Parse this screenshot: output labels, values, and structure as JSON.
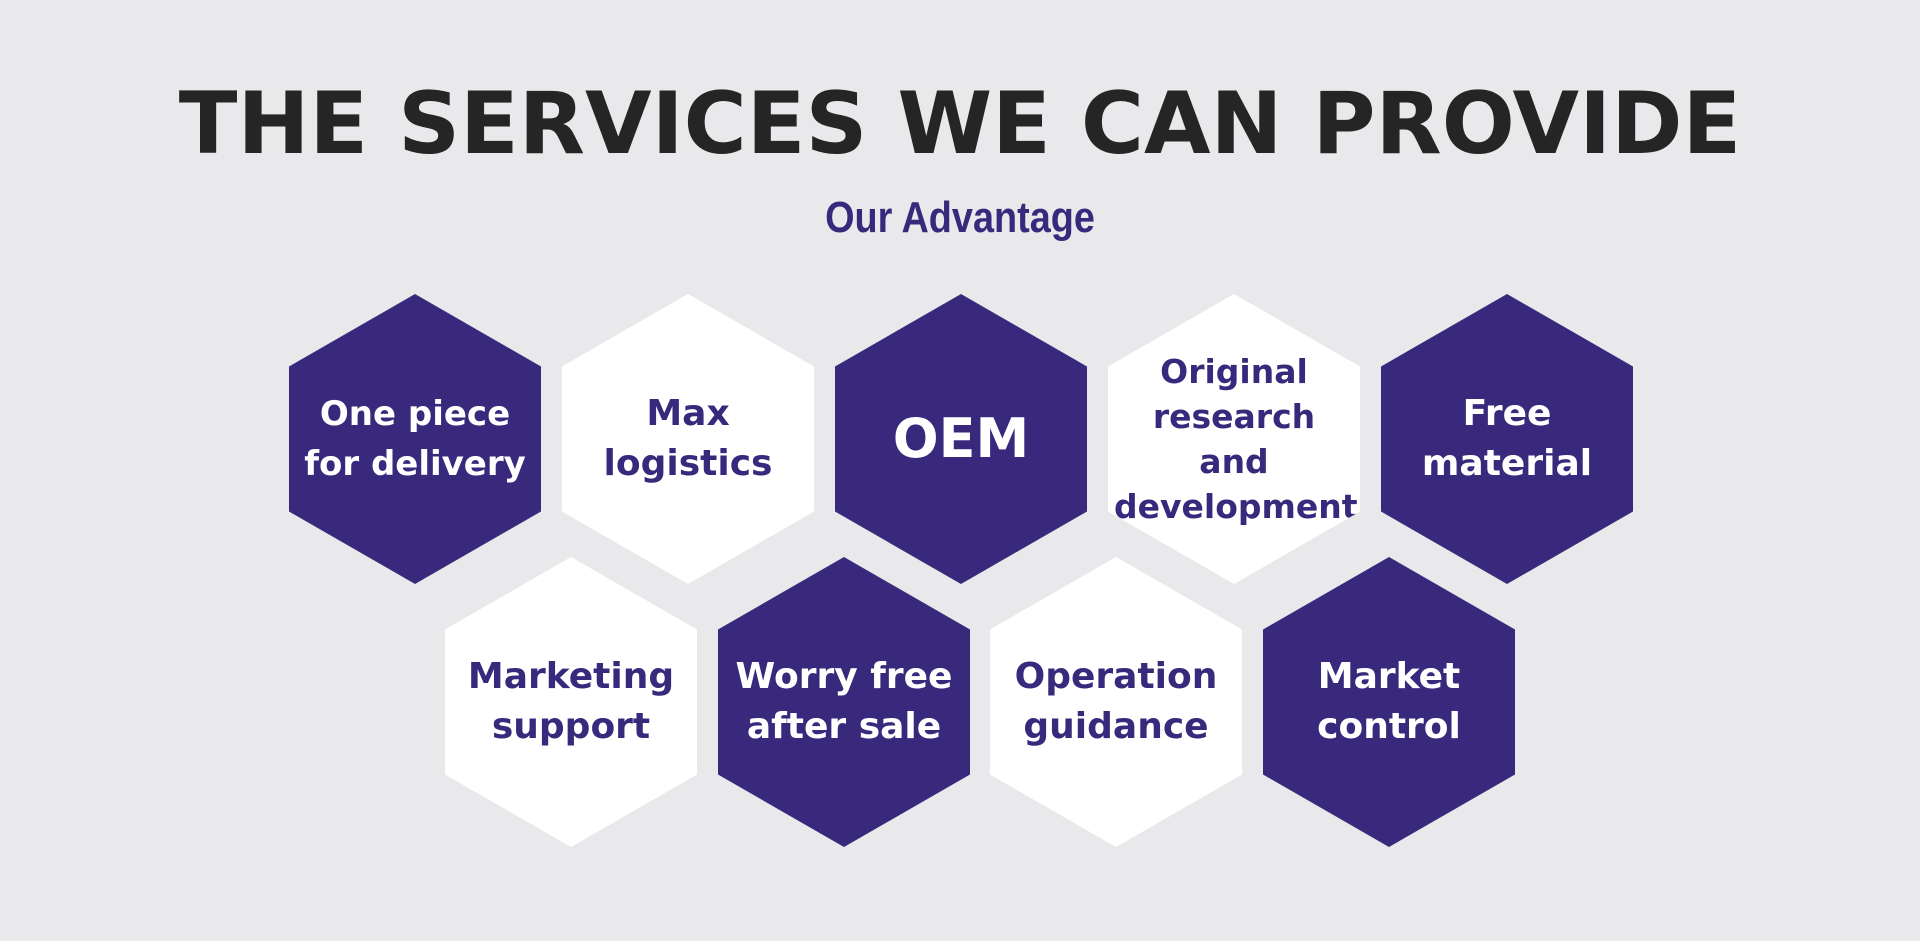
{
  "header": {
    "title": "THE SERVICES WE CAN PROVIDE",
    "subtitle": "Our Advantage"
  },
  "colors": {
    "background": "#e9e9eb",
    "accent": "#38297c",
    "title": "#252525",
    "light_hex": "#ffffff"
  },
  "services": {
    "row1": [
      {
        "label": "One piece\nfor delivery",
        "style": "filled"
      },
      {
        "label": "Max\nlogistics",
        "style": "outline-white"
      },
      {
        "label": "OEM",
        "style": "filled"
      },
      {
        "label": "Original\nresearch and\ndevelopment",
        "style": "outline-white"
      },
      {
        "label": "Free\nmaterial",
        "style": "filled"
      }
    ],
    "row2": [
      {
        "label": "Marketing\nsupport",
        "style": "outline-white"
      },
      {
        "label": "Worry free\nafter sale",
        "style": "filled"
      },
      {
        "label": "Operation\nguidance",
        "style": "outline-white"
      },
      {
        "label": "Market\ncontrol",
        "style": "filled"
      }
    ]
  }
}
